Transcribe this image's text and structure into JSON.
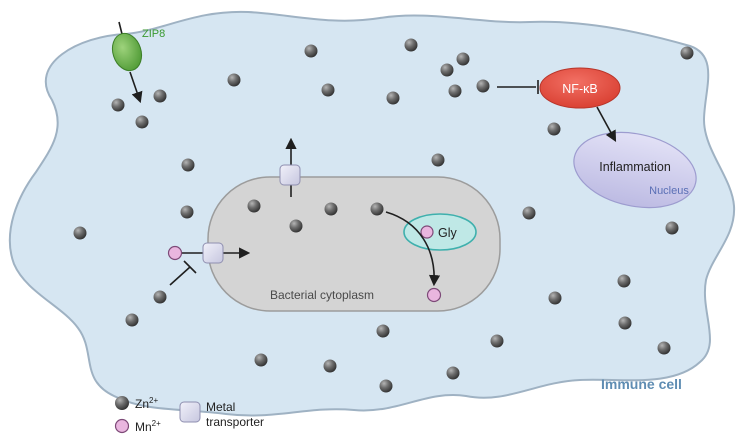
{
  "labels": {
    "zip8": "ZIP8",
    "nfkb": "NF-κB",
    "inflammation": "Inflammation",
    "nucleus": "Nucleus",
    "gly": "Gly",
    "bacterial_cytoplasm": "Bacterial cytoplasm",
    "immune_cell": "Immune cell"
  },
  "legend": {
    "zn_base": "Zn",
    "zn_sup": "2+",
    "mn_base": "Mn",
    "mn_sup": "2+",
    "transporter_line1": "Metal",
    "transporter_line2": "transporter"
  },
  "colors": {
    "cell_fill": "#d6e6f2",
    "cell_stroke": "#9fb2c3",
    "bacterium_fill": "#d4d4d4",
    "bacterium_stroke": "#9c9c9c",
    "zip8": "#6fb646",
    "zip8_text": "#3a9a30",
    "nfkb": "#e6483a",
    "nucleus": "#c9c8ea",
    "nucleus_text": "#5a6fb5",
    "gly": "#bfe8e6",
    "gly_stroke": "#3fb0ad",
    "mn_ion": "#e9b6df",
    "transporter": "#dcdcee",
    "immune_text": "#5f8db3"
  },
  "icons": [
    "zn-ion-icon",
    "mn-ion-icon",
    "metal-transporter-icon"
  ]
}
